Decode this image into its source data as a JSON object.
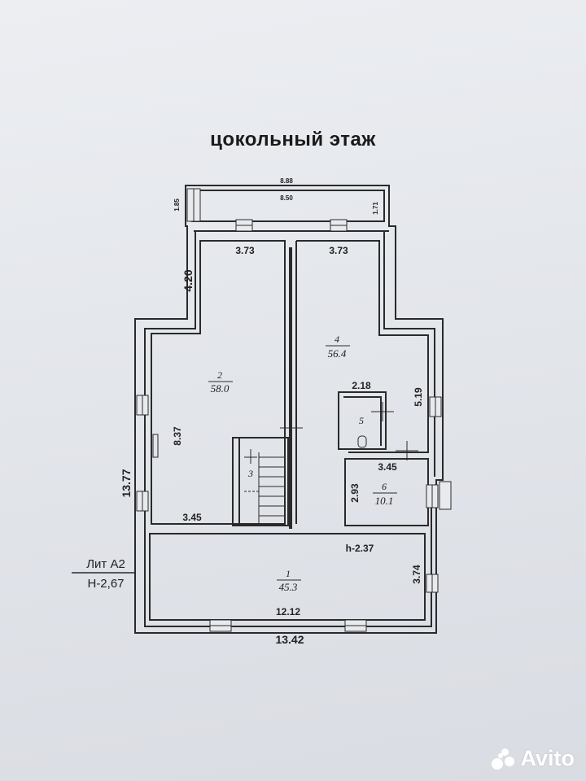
{
  "title": "цокольный этаж",
  "dimensions": {
    "top_outer": "8.88",
    "top_inner": "8.50",
    "top_left_small": "1.85",
    "top_right_small": "1.71",
    "room2_top": "3.73",
    "room4_top": "3.73",
    "left_upper": "4.20",
    "room2_height": "8.37",
    "left_total": "13.77",
    "room2_bottom": "3.45",
    "room5_width": "2.18",
    "room4_right": "5.19",
    "room6_width": "3.45",
    "room6_height": "2.93",
    "room1_height_mark": "h-2.37",
    "room1_right": "3.74",
    "room1_width": "12.12",
    "bottom_total": "13.42"
  },
  "rooms": [
    {
      "number": "1",
      "area": "45.3"
    },
    {
      "number": "2",
      "area": "58.0"
    },
    {
      "number": "3",
      "area": ""
    },
    {
      "number": "4",
      "area": "56.4"
    },
    {
      "number": "5",
      "area": ""
    },
    {
      "number": "6",
      "area": "10.1"
    }
  ],
  "level_mark": {
    "lit": "Лит А2",
    "height": "Н-2,67"
  },
  "watermark": "Avito"
}
